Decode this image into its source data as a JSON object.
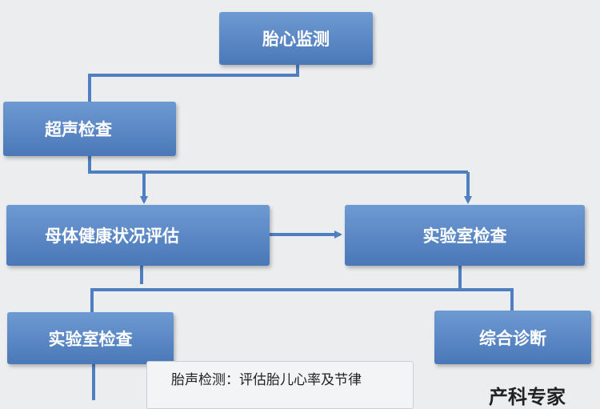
{
  "nodes": {
    "fetal_monitoring": "胎心监测",
    "ultrasound": "超声检查",
    "maternal_health": "母体健康状况评估",
    "lab_exam_right": "实验室检查",
    "lab_exam_left": "实验室检查",
    "diagnosis": "综合诊断"
  },
  "note": "胎声检测：评估胎儿心率及节律",
  "caption": "产科专家",
  "colors": {
    "box_top": "#6e9ad2",
    "box_bottom": "#4a78b8",
    "connector": "#4f7fc0",
    "background": "#ecedef"
  }
}
